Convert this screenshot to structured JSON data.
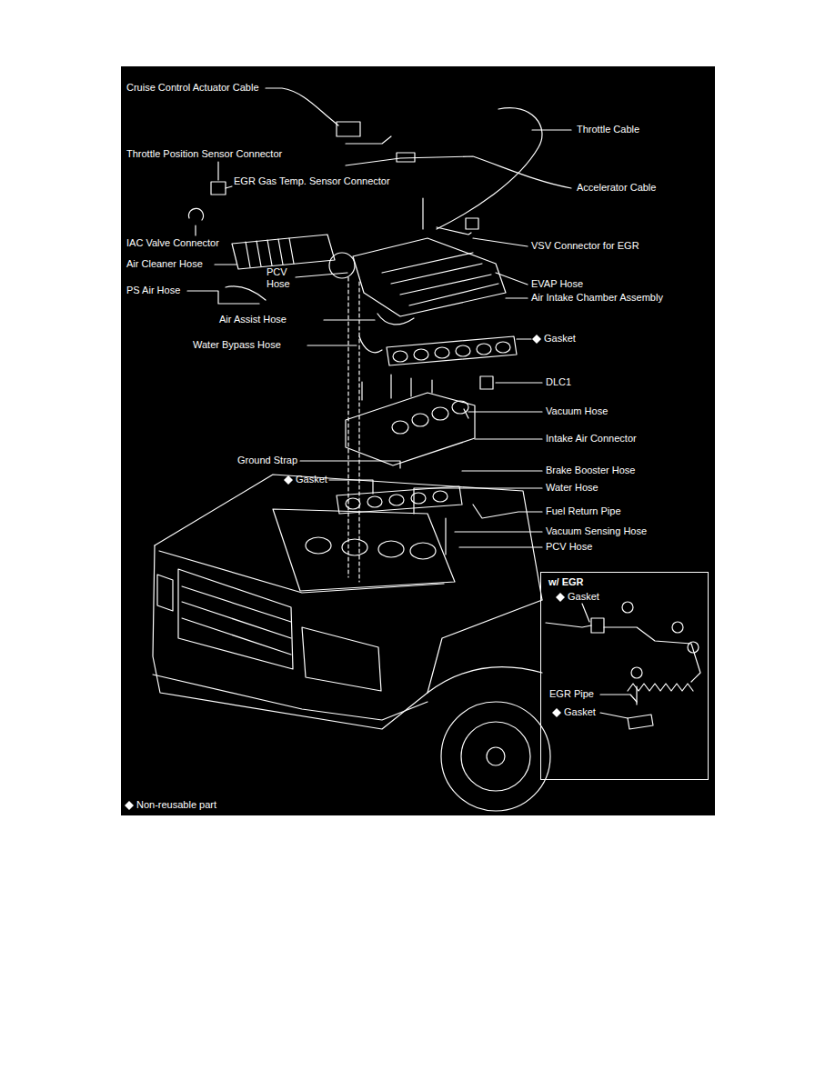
{
  "diagram": {
    "nodes": [
      {
        "text": [
          "w/ EGR"
        ]
      }
    ],
    "labels": [
      "Cruise Control Actuator Cable",
      "Throttle Cable",
      "Throttle Position Sensor Connector",
      "EGR Gas Temp. Sensor Connector",
      "Accelerator Cable",
      "IAC Valve Connector",
      "VSV Connector for EGR",
      "Air Cleaner Hose",
      "PCV Hose",
      "EVAP Hose",
      "PS Air Hose",
      "Air Intake Chamber Assembly",
      "Air Assist Hose",
      "Gasket",
      "Water Bypass Hose",
      "DLC1",
      "Vacuum Hose",
      "Intake Air Connector",
      "Ground Strap",
      "Brake Booster Hose",
      "Gasket",
      "Water Hose",
      "Fuel Return Pipe",
      "Vacuum Sensing Hose",
      "PCV Hose",
      "Gasket",
      "EGR Pipe",
      "Gasket"
    ],
    "legend": [
      {
        "text": "Non-reusable part"
      }
    ]
  }
}
